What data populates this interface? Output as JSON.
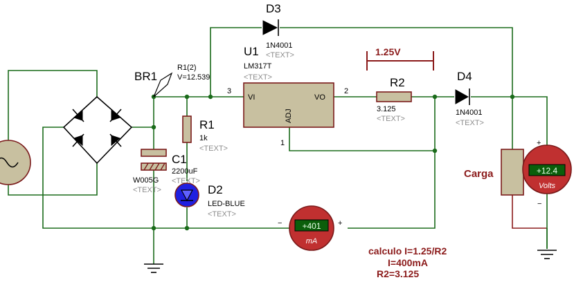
{
  "labels": {
    "D3": {
      "name": "D3",
      "value": "1N4001",
      "text": "<TEXT>"
    },
    "D4": {
      "name": "D4",
      "value": "1N4001",
      "text": "<TEXT>"
    },
    "U1": {
      "name": "U1",
      "value": "LM317T",
      "text": "<TEXT>",
      "pin_vi": "VI",
      "pin_vo": "VO",
      "pin_adj": "ADJ",
      "pin3": "3",
      "pin2": "2",
      "pin1": "1"
    },
    "BR1": {
      "name": "BR1",
      "value": "W005G",
      "text": "<TEXT>"
    },
    "probe": {
      "name": "R1(2)",
      "value": "V=12.539"
    },
    "R1": {
      "name": "R1",
      "value": "1k",
      "text": "<TEXT>"
    },
    "R2": {
      "name": "R2",
      "value": "3.125",
      "text": "<TEXT>"
    },
    "C1": {
      "name": "C1",
      "value": "2200uF",
      "text": "<TEXT>"
    },
    "D2": {
      "name": "D2",
      "value": "LED-BLUE",
      "text": "<TEXT>"
    },
    "voltage_marker": "1.25V",
    "load": "Carga"
  },
  "ammeter": {
    "reading": "+401",
    "unit": "mA",
    "minus": "−",
    "plus": "+"
  },
  "voltmeter": {
    "reading": "+12.4",
    "unit": "Volts",
    "plus": "+",
    "minus": "−"
  },
  "notes": {
    "line1": "calculo I=1.25/R2",
    "line2": "I=400mA",
    "line3": "R2=3.125"
  },
  "colors": {
    "wire": "#1a6b1a",
    "component_fill": "#c8c0a0",
    "component_stroke": "#7a1a1a",
    "meter_body": "#c03030",
    "lcd": "#0b5e0b",
    "led": "#2020e0"
  }
}
